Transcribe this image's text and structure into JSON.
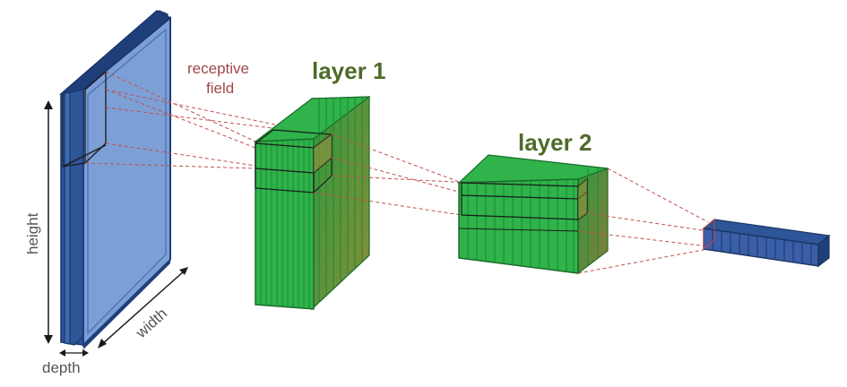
{
  "labels": {
    "receptive_line1": "receptive",
    "receptive_line2": "field",
    "layer1": "layer 1",
    "layer2": "layer 2",
    "height": "height",
    "width": "width",
    "depth": "depth"
  },
  "colors": {
    "input_fill": "#7ca0d6",
    "input_dark": "#1f3f7a",
    "input_mid": "#3d6bb0",
    "green_fill": "#2fb34a",
    "green_light": "#5ccf5a",
    "green_dark": "#1a6b2a",
    "olive_gradient_end": "#8a8a3a",
    "receptive_text": "#a04848",
    "layer_text": "#4e6b2a",
    "axis_text": "#555555",
    "dash_line": "#c05050",
    "output_fill": "#3a5fa8"
  }
}
